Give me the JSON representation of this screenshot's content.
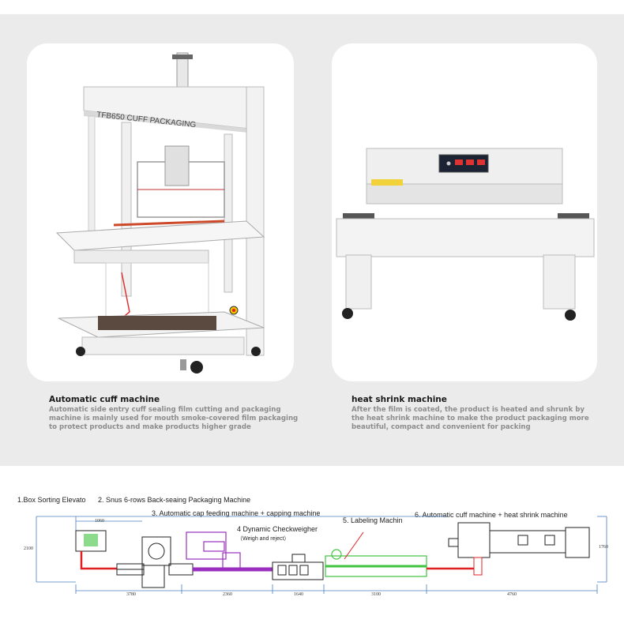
{
  "products": [
    {
      "title": "Automatic cuff machine",
      "description": "Automatic side entry cuff sealing film cutting and packaging machine is mainly used for mouth smoke-covered film packaging to protect products and make products higher grade",
      "machine_label": "TFB650   CUFF PACKAGING"
    },
    {
      "title": "heat shrink machine",
      "description": "After the film is coated, the product is heated and shrunk by the heat shrink machine to make the product packaging more beautiful, compact and convenient for packing"
    }
  ],
  "layout_diagram": {
    "stations": [
      "1.Box Sorting Elevato",
      "2. Snus 6-rows Back-seaing Packaging Machine",
      "3. Automatic cap feeding machine + capping machine",
      "4 Dynamic Checkweigher",
      "（Weigh and reject）",
      "5. Labeling Machin",
      "6. Automatic cuff machine + heat shrink machine"
    ],
    "dimensions": [
      "1060",
      "2100",
      "1760",
      "3780",
      "2360",
      "1640",
      "3100",
      "4760"
    ],
    "colors": {
      "conveyor_red": "#e02020",
      "capper_purple": "#9a2fbf",
      "labeler_green": "#3fc23f",
      "dimension_blue": "#4a7fc1",
      "machine_outline": "#222222"
    }
  }
}
